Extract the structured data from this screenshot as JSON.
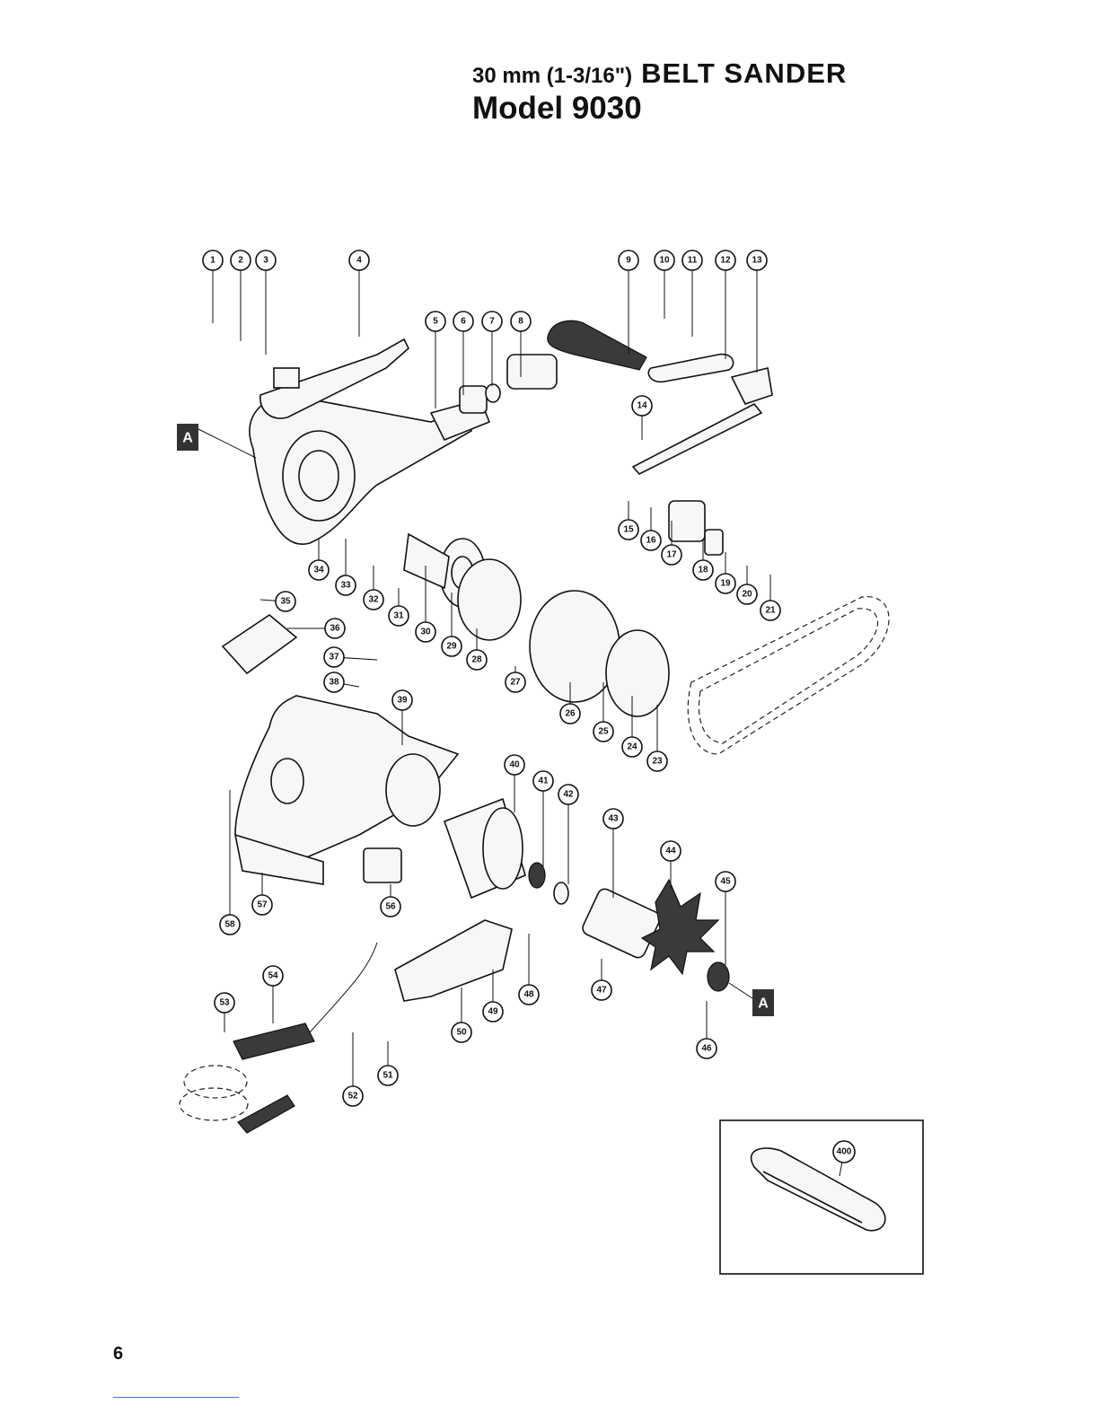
{
  "title": {
    "size": "30 mm (1-3/16\")",
    "name": "BELT SANDER",
    "model": "Model 9030"
  },
  "section_marker": "A",
  "callouts": [
    "1",
    "2",
    "3",
    "4",
    "5",
    "6",
    "7",
    "8",
    "9",
    "10",
    "11",
    "12",
    "13",
    "14",
    "15",
    "16",
    "17",
    "18",
    "19",
    "20",
    "21",
    "23",
    "24",
    "25",
    "26",
    "27",
    "28",
    "29",
    "30",
    "31",
    "32",
    "33",
    "34",
    "35",
    "36",
    "37",
    "38",
    "39",
    "40",
    "41",
    "42",
    "43",
    "44",
    "45",
    "46",
    "47",
    "48",
    "49",
    "50",
    "51",
    "52",
    "53",
    "54",
    "56",
    "57",
    "58"
  ],
  "inset_callout": "400",
  "page_number": "6"
}
